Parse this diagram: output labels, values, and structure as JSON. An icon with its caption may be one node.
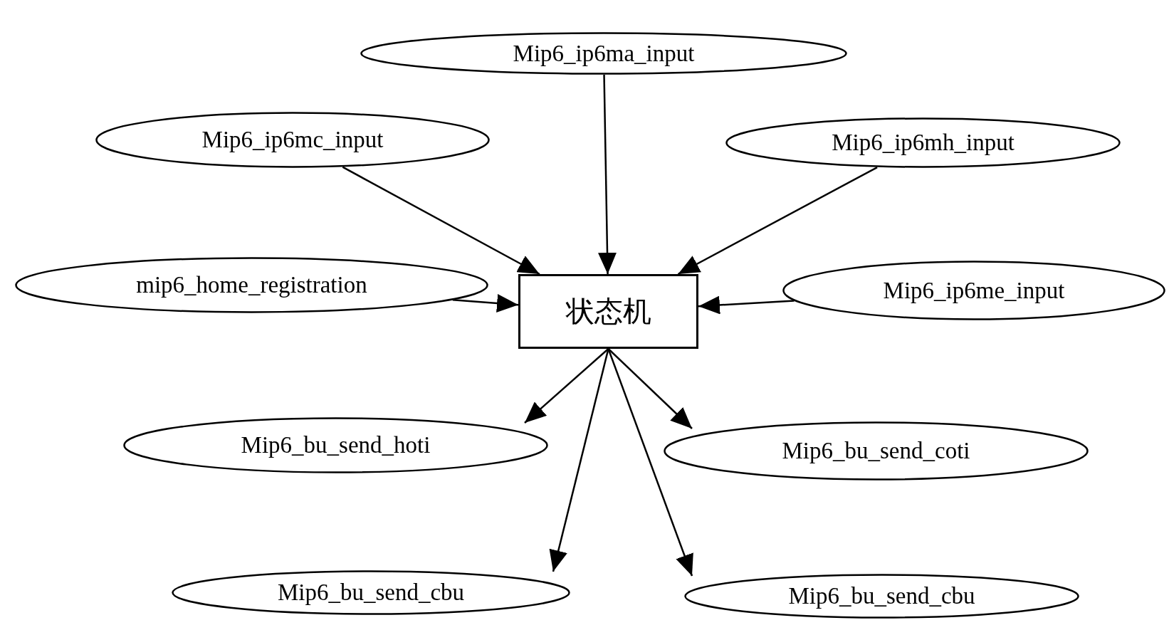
{
  "diagram": {
    "nodes": [
      {
        "text": [
          "Mip6_ip6ma_input"
        ]
      },
      {
        "text": [
          "Mip6_ip6mc_input"
        ]
      },
      {
        "text": [
          "Mip6_ip6mh_input"
        ]
      },
      {
        "text": [
          "mip6_home_registration"
        ]
      },
      {
        "text": [
          "状态机"
        ]
      },
      {
        "text": [
          "Mip6_ip6me_input"
        ]
      },
      {
        "text": [
          "Mip6_bu_send_hoti"
        ]
      },
      {
        "text": [
          "Mip6_bu_send_coti"
        ]
      },
      {
        "text": [
          "Mip6_bu_send_cbu"
        ]
      },
      {
        "text": [
          "Mip6_bu_send_cbu"
        ]
      }
    ],
    "edges": [
      {
        "from": 0,
        "to": 4,
        "arrow": "to"
      },
      {
        "from": 1,
        "to": 4,
        "arrow": "to"
      },
      {
        "from": 2,
        "to": 4,
        "arrow": "to"
      },
      {
        "from": 3,
        "to": 4,
        "arrow": "to"
      },
      {
        "from": 5,
        "to": 4,
        "arrow": "to"
      },
      {
        "from": 4,
        "to": 6,
        "arrow": "to"
      },
      {
        "from": 4,
        "to": 7,
        "arrow": "to"
      },
      {
        "from": 4,
        "to": 8,
        "arrow": "to"
      },
      {
        "from": 4,
        "to": 9,
        "arrow": "to"
      }
    ]
  }
}
